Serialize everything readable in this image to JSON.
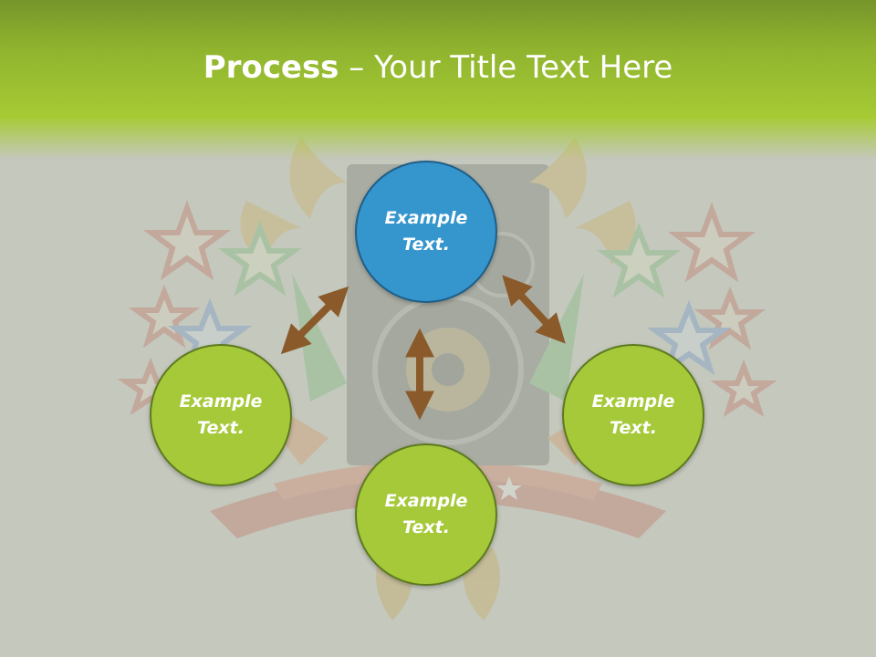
{
  "title": {
    "bold": "Process",
    "rest": " – Your Title Text Here"
  },
  "nodes": {
    "top": "Example\nText.",
    "left": "Example\nText.",
    "right": "Example\nText.",
    "bottom": "Example\nText."
  },
  "colors": {
    "header": "#a7cb34",
    "background": "#c4c8bd",
    "node_green": "#a6c93a",
    "node_blue": "#3595cd",
    "arrow": "#8b5a2b"
  }
}
